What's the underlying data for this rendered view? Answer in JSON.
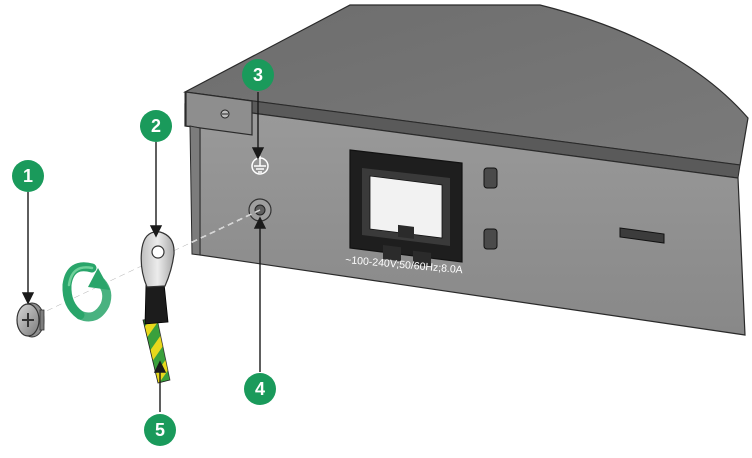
{
  "figure": {
    "power_rating_label": "~100-240V;50/60Hz;8.0A",
    "callouts": [
      {
        "number": "1",
        "part": "screw"
      },
      {
        "number": "2",
        "part": "ring-terminal"
      },
      {
        "number": "3",
        "part": "grounding-sign"
      },
      {
        "number": "4",
        "part": "grounding-hole"
      },
      {
        "number": "5",
        "part": "grounding-cable"
      }
    ]
  },
  "colors": {
    "callout_fill": "#1a9a5b",
    "chassis_top": "#707070",
    "rear_panel": "#8c8c8c",
    "cable_green": "#3aa03c",
    "cable_yellow": "#e8d81c",
    "rotation_arrow": "#29a56a"
  }
}
